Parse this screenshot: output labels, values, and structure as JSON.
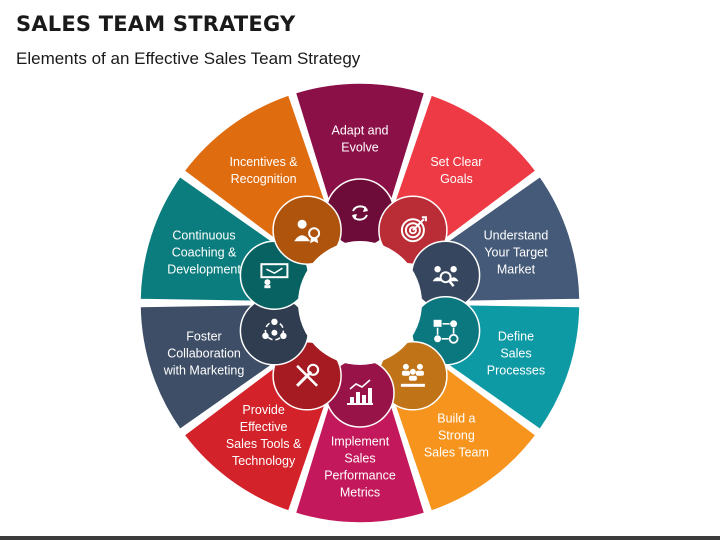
{
  "header": {
    "title": "SALES TEAM STRATEGY",
    "subtitle": "Elements of an Effective Sales Team Strategy"
  },
  "segments": [
    {
      "label": [
        "Adapt and",
        "Evolve"
      ],
      "color": "#8c1048",
      "icon": "recycle-arrows-icon"
    },
    {
      "label": [
        "Set Clear",
        "Goals"
      ],
      "color": "#ee3a45",
      "icon": "target-icon"
    },
    {
      "label": [
        "Understand",
        "Your Target",
        "Market"
      ],
      "color": "#455a78",
      "icon": "audience-magnifier-icon"
    },
    {
      "label": [
        "Define",
        "Sales",
        "Processes"
      ],
      "color": "#0e9aa4",
      "icon": "process-flow-icon"
    },
    {
      "label": [
        "Build a",
        "Strong",
        "Sales Team"
      ],
      "color": "#f7941d",
      "icon": "team-group-icon"
    },
    {
      "label": [
        "Implement",
        "Sales",
        "Performance",
        "Metrics"
      ],
      "color": "#c3185b",
      "icon": "bar-chart-icon"
    },
    {
      "label": [
        "Provide",
        "Effective",
        "Sales Tools &",
        "Technology"
      ],
      "color": "#d3222a",
      "icon": "tools-icon"
    },
    {
      "label": [
        "Foster",
        "Collaboration",
        "with Marketing"
      ],
      "color": "#3e4e66",
      "icon": "collaboration-icon"
    },
    {
      "label": [
        "Continuous",
        "Coaching &",
        "Development"
      ],
      "color": "#0c7d7e",
      "icon": "presentation-board-icon"
    },
    {
      "label": [
        "Incentives &",
        "Recognition"
      ],
      "color": "#e06c10",
      "icon": "award-person-icon"
    }
  ]
}
